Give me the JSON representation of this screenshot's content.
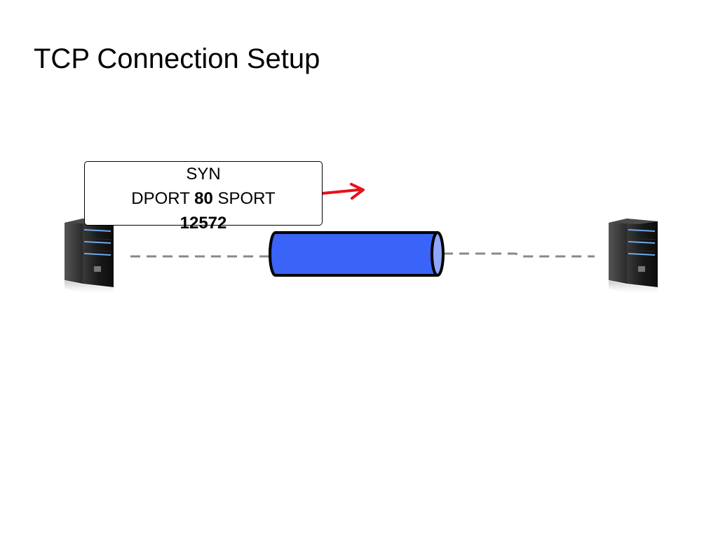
{
  "slide": {
    "title": "TCP Connection Setup"
  },
  "packet": {
    "flag": "SYN",
    "dport_label": "DPORT",
    "dport_value": "80",
    "sport_label": "SPORT",
    "sport_value": "12572"
  },
  "colors": {
    "arrow": "#e8101a",
    "pipe_fill": "#3a63f7",
    "pipe_end": "#8fa6fb",
    "link_dash": "#888888",
    "server_body": "#1b1b1b",
    "server_led": "#6fa8e6"
  },
  "icons": {
    "left_server": "server-icon",
    "right_server": "server-icon",
    "network_pipe": "pipe-icon",
    "direction_arrow": "arrow-right-icon"
  }
}
